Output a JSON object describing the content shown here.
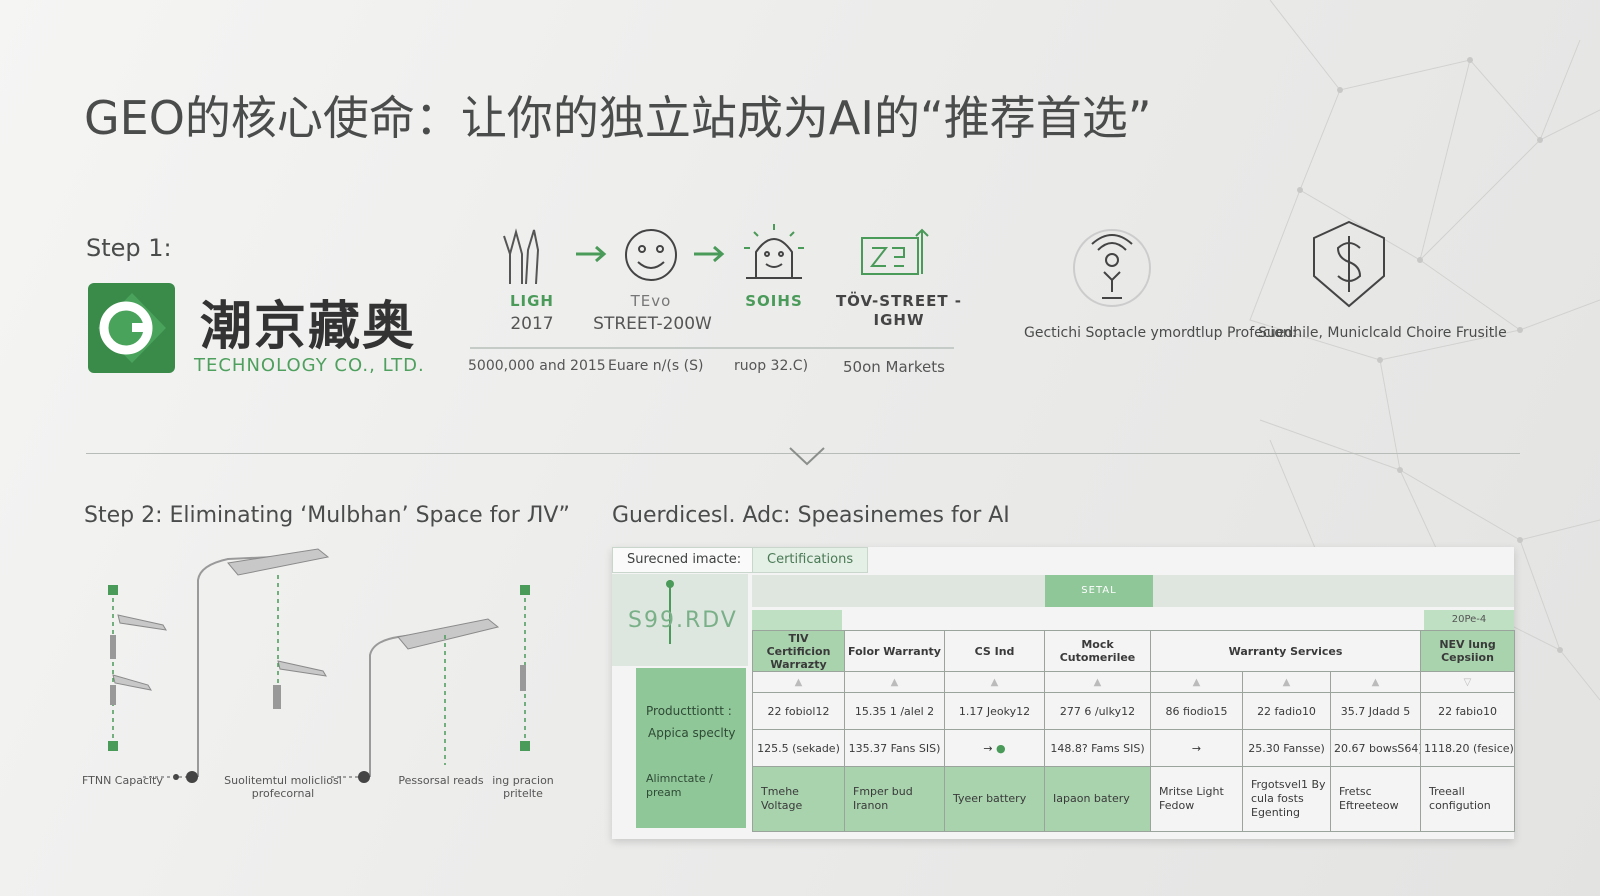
{
  "title": "GEO的核心使命：让你的独立站成为AI的“推荐首选”",
  "step1": {
    "label": "Step 1:",
    "logo_letter": "G",
    "company_name": "潮京藏奥",
    "company_sub": "TECHNOLOGY CO., LTD.",
    "flow": [
      {
        "icon": "hands-icon",
        "label": "LIGH",
        "sub": "2017"
      },
      {
        "icon": "face-icon",
        "label": "TEvo",
        "sub": "STREET-200W"
      },
      {
        "icon": "lamp-face-icon",
        "label": "SOIHS",
        "sub": ""
      },
      {
        "icon": "chart-icon",
        "label": "TÖV-STREET -IGHW",
        "sub": ""
      }
    ],
    "stats": [
      "5000,000 and 2015",
      "Euare n/(s (S)",
      "ruop 32.C)",
      "50on Markets"
    ],
    "features": [
      {
        "icon": "signal-person-icon",
        "text": "Gectichi Soptacle ymordtlup Profecion:"
      },
      {
        "icon": "shield-dollar-icon",
        "text": "Suedhile, Municlcald Choire Frusitle"
      }
    ]
  },
  "step2": {
    "label": "Step 2: Eliminating ‘Mulbhan’ Space for ЛV”",
    "captions": [
      "FTNN Capacity",
      "Suolitemtul molicliosl profecornal",
      "Pessorsal reads",
      "ing pracion pritelte"
    ]
  },
  "spec": {
    "heading": "Guerdicesl. Adc: Speasinemes for AI",
    "tabs": [
      "Surecned imacte:",
      "Certifications"
    ],
    "logo_text": "S99.RDV",
    "banner": "SETAL",
    "banner_right": "20Pe-4",
    "left_labels": [
      "Producttiontt :",
      "Appica speclty",
      "Alimnctate / pream"
    ],
    "headers": [
      "TIV Certificion Warrazty",
      "Folor Warranty",
      "CS Ind",
      "Mock Cutomerilee",
      "Warranty Services",
      "NEV lung Cepsiion"
    ],
    "row1": [
      "22 fobiol12",
      "15.35 1 /alel 2",
      "1.17 Jeoky12",
      "277 6 /ulky12",
      "86 fiodio15",
      "22 fadio10",
      "35.7 Jdadd 5",
      "22 fabio10"
    ],
    "row2": [
      "125.5 (sekade)",
      "135.37 Fans SIS)",
      "",
      "148.8? Fams SIS)",
      "",
      "25.30 Fansse)",
      "20.67 bowsS64)",
      "1118.20 (fesice)"
    ],
    "row3": [
      "Tmehe Voltage",
      "Fmper bud Iranon",
      "Tyeer battery",
      "Iapaon batery",
      "Mritse Light Fedow",
      "Frgotsvel1 By cula fosts Egenting",
      "Fretsc Eftreeteow",
      "Treeall configution"
    ]
  }
}
